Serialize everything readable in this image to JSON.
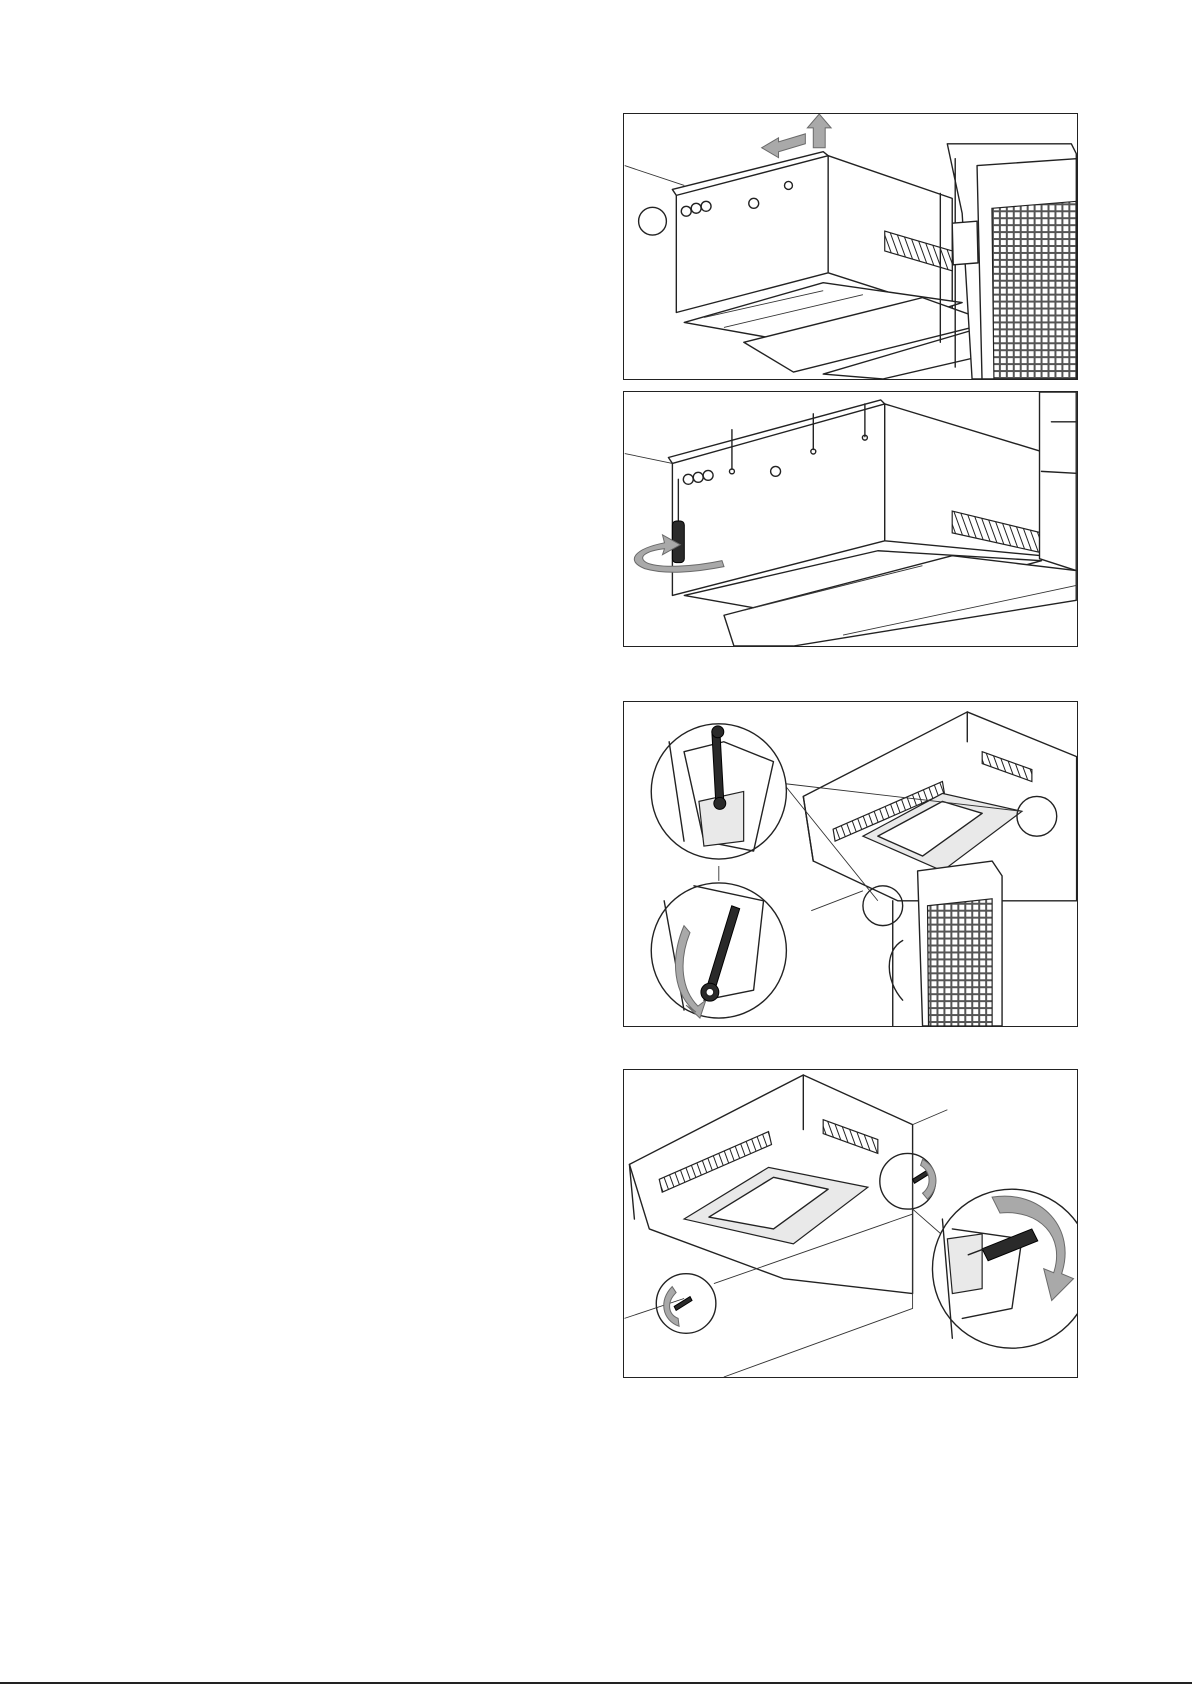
{
  "page": {
    "background": "#ffffff",
    "line_color": "#222222",
    "arrow_color": "#a9a9a9"
  },
  "figures": [
    {
      "id": "fig1",
      "icon": "lift-and-slide-arrows"
    },
    {
      "id": "fig2",
      "icon": "screwdriver-rotate-arrow"
    },
    {
      "id": "fig3",
      "icon": "wrench-detail-callouts"
    },
    {
      "id": "fig4",
      "icon": "screwdriver-detail-callouts"
    }
  ]
}
